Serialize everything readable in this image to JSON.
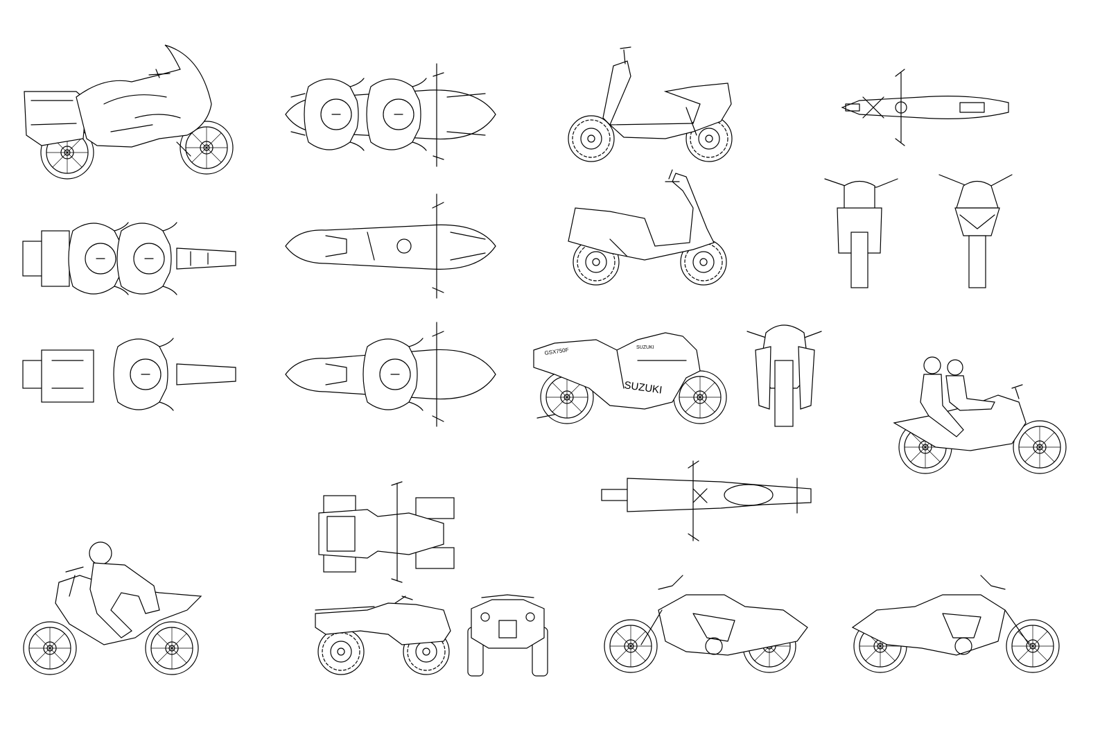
{
  "sheet": {
    "background": "#ffffff",
    "line_color": "#000000"
  },
  "labels": {
    "brand_text": "SUZUKI",
    "brand_small": "SUZUKI",
    "model_text": "GSX750F"
  },
  "icons": [
    "touring-motorcycle-side-icon",
    "motorcycle-with-riders-top-icon",
    "scooter-side-icon",
    "scooter-top-icon",
    "scooter-front-icon",
    "scooter-rear-icon",
    "sport-motorcycle-side-icon",
    "sport-motorcycle-front-icon",
    "cruiser-with-riders-side-icon",
    "cruiser-top-icon",
    "quad-bike-top-icon",
    "quad-bike-side-icon",
    "quad-bike-front-icon",
    "cruiser-side-icon",
    "naked-bike-with-rider-side-icon"
  ]
}
